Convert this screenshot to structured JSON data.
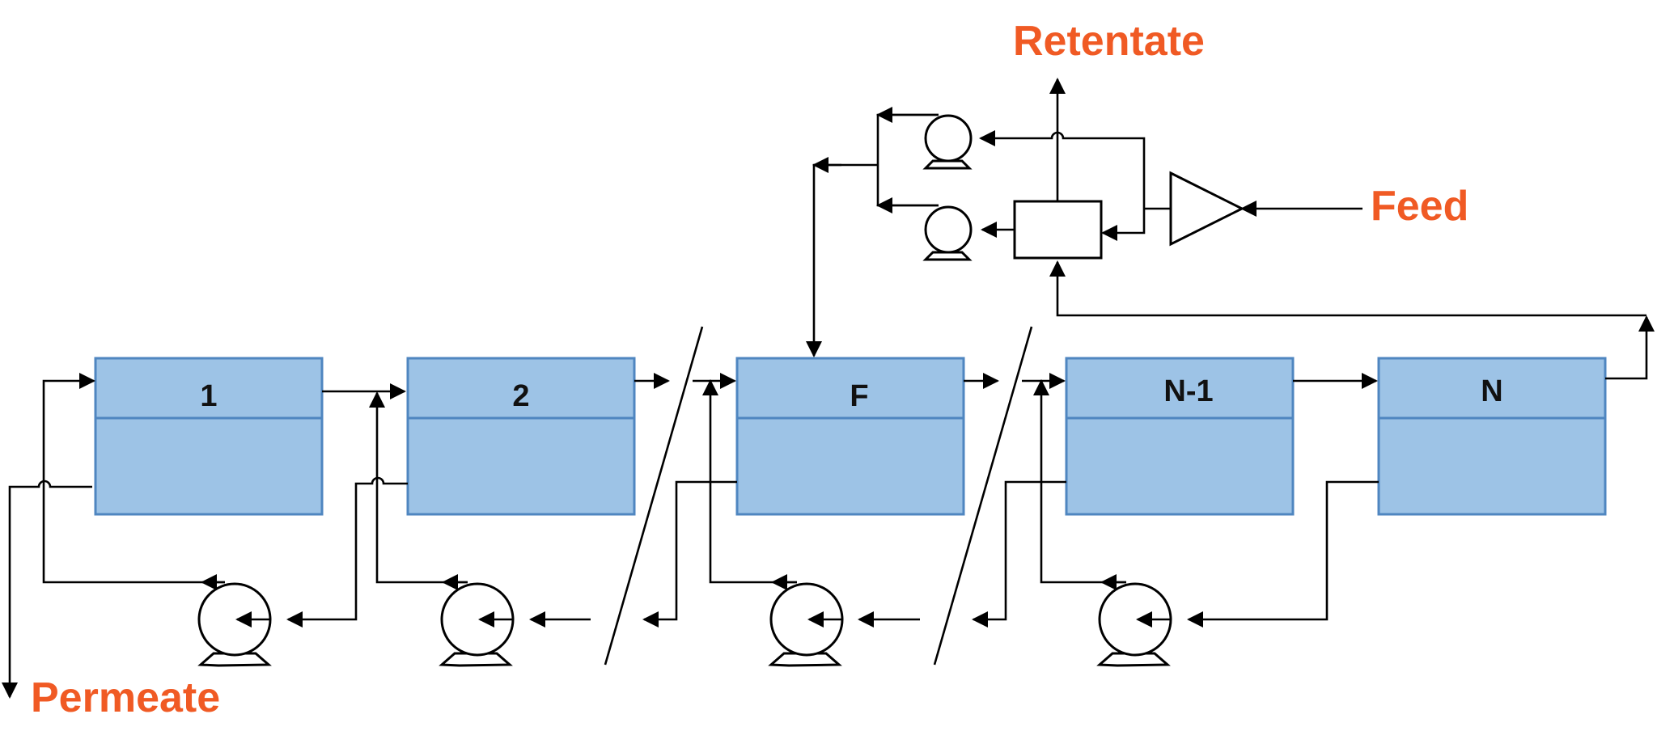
{
  "labels": {
    "retentate": "Retentate",
    "feed": "Feed",
    "permeate": "Permeate"
  },
  "stages": [
    {
      "id": "stage-1",
      "label": "1"
    },
    {
      "id": "stage-2",
      "label": "2"
    },
    {
      "id": "stage-f",
      "label": "F"
    },
    {
      "id": "stage-n-1",
      "label": "N-1"
    },
    {
      "id": "stage-n",
      "label": "N"
    }
  ],
  "colors": {
    "stage_fill": "#9dc3e6",
    "stage_border": "#4f86c0",
    "io_label": "#f05a24",
    "line": "#000000"
  },
  "icons": [
    "pump-icon",
    "amplifier-icon",
    "mixer-box"
  ]
}
